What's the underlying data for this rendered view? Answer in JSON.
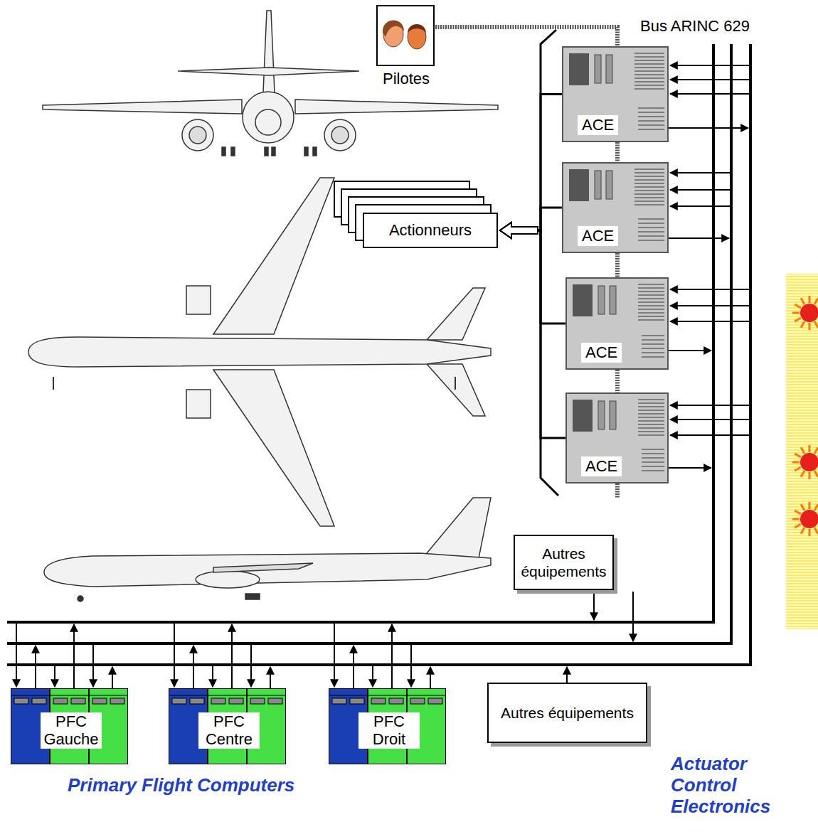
{
  "diagram": {
    "nodes": [
      {
        "text": [
          "Pilotes"
        ]
      },
      {
        "text": [
          "ACE"
        ]
      },
      {
        "text": [
          "ACE"
        ]
      },
      {
        "text": [
          "ACE"
        ]
      },
      {
        "text": [
          "ACE"
        ]
      },
      {
        "text": [
          "Actionneurs"
        ]
      },
      {
        "text": [
          "Autres équipements"
        ]
      },
      {
        "text": [
          "PFC Gauche"
        ]
      },
      {
        "text": [
          "PFC Centre"
        ]
      },
      {
        "text": [
          "PFC Droit"
        ]
      },
      {
        "text": [
          "Autres équipements"
        ]
      }
    ],
    "edges": [
      {
        "from": 0,
        "to": 1,
        "arrow": "none"
      },
      {
        "from": 1,
        "to": 2,
        "arrow": "none"
      },
      {
        "from": 2,
        "to": 3,
        "arrow": "none"
      },
      {
        "from": 3,
        "to": 4,
        "arrow": "none"
      },
      {
        "from": 1,
        "to": 5,
        "arrow": "to"
      },
      {
        "from": 2,
        "to": 5,
        "arrow": "to"
      },
      {
        "from": 3,
        "to": 5,
        "arrow": "to"
      },
      {
        "from": 4,
        "to": 5,
        "arrow": "to"
      }
    ],
    "labels": [
      "Bus ARINC 629",
      "Primary Flight Computers",
      "Actuator Control Electronics"
    ]
  }
}
